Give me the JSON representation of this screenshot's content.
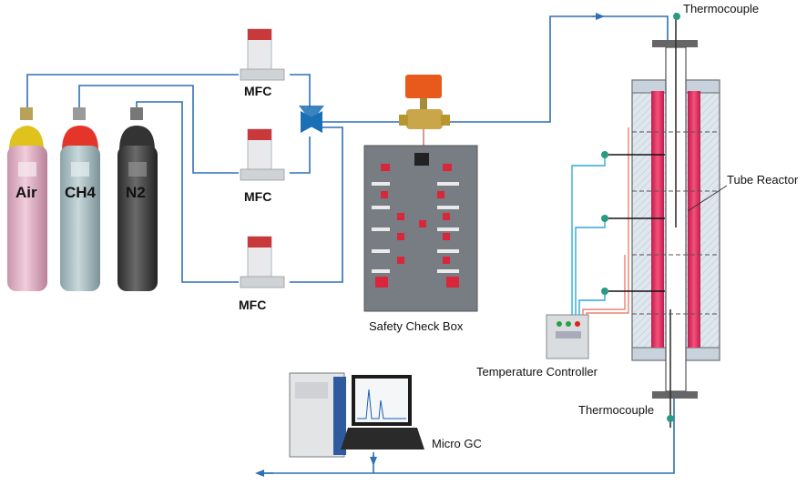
{
  "labels": {
    "thermocouple_top": "Thermocouple",
    "thermocouple_bottom": "Thermocouple",
    "tube_reactor": "Tube Reactor",
    "safety_check_box": "Safety Check Box",
    "temperature_controller": "Temperature Controller",
    "micro_gc": "Micro GC",
    "mfc_top": "MFC",
    "mfc_middle": "MFC",
    "mfc_bottom": "MFC"
  },
  "cylinders": [
    {
      "label": "Air",
      "body_color": "#e6b6c9",
      "cap_color": "#e0c21c"
    },
    {
      "label": "CH4",
      "body_color": "#a9bfc4",
      "cap_color": "#e5352b"
    },
    {
      "label": "N2",
      "body_color": "#4a4a4a",
      "cap_color": "#333333"
    }
  ],
  "colors": {
    "pipe": "#2f6fb6",
    "heater": "#e8336b",
    "valve": "#1a6fb5",
    "actuator": "#e85a1c"
  }
}
